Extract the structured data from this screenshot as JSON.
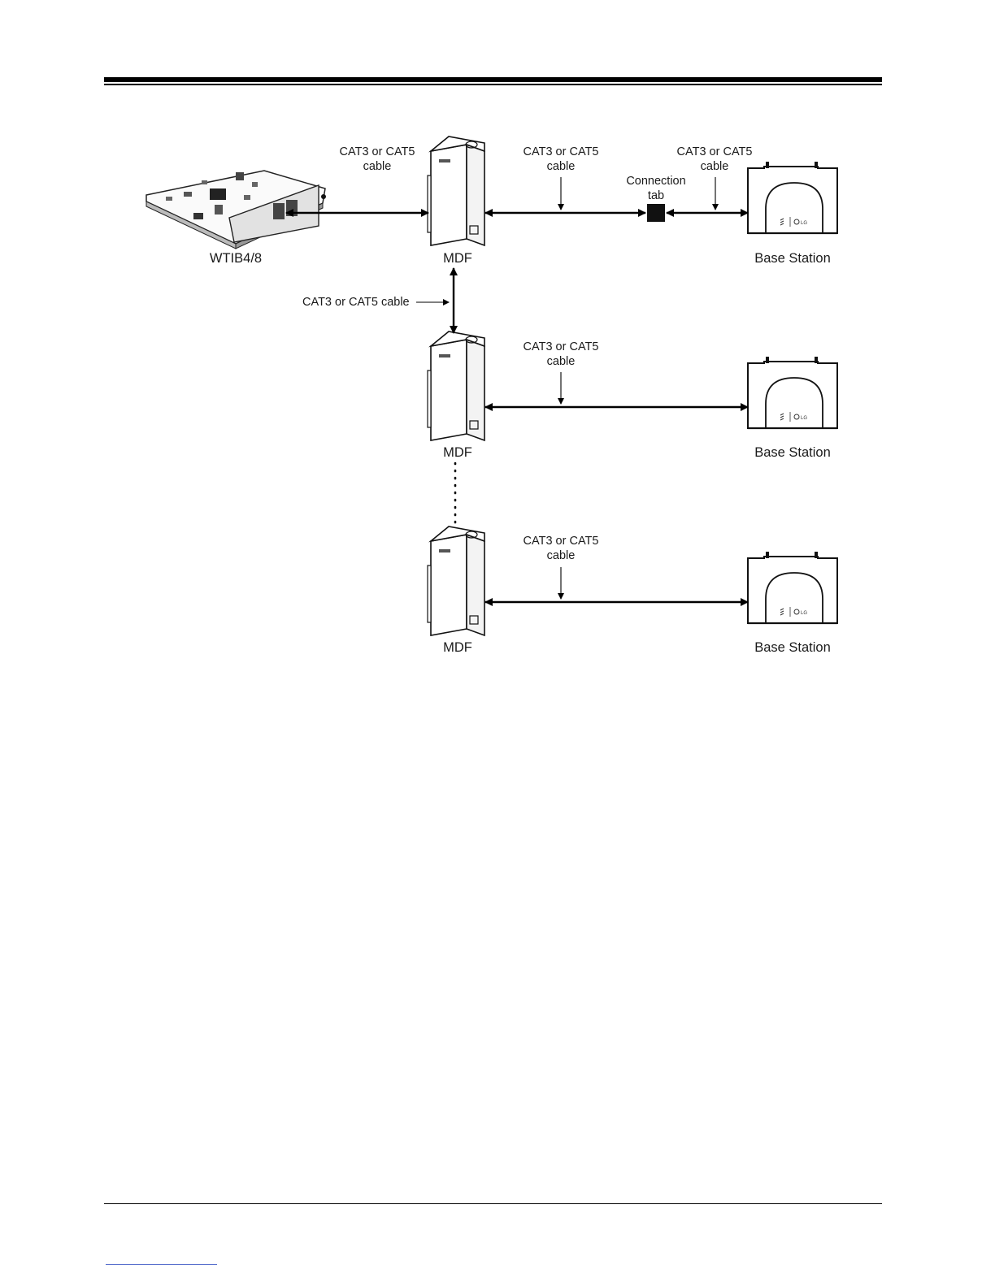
{
  "labels": {
    "cable_top_left": [
      "CAT3 or CAT5",
      "cable"
    ],
    "cable_top_mid": [
      "CAT3 or CAT5",
      "cable"
    ],
    "cable_top_right": [
      "CAT3 or CAT5",
      "cable"
    ],
    "connection_tab": [
      "Connection",
      "tab"
    ],
    "cable_vertical": "CAT3 or CAT5 cable",
    "cable_row2": [
      "CAT3 or CAT5",
      "cable"
    ],
    "cable_row3": [
      "CAT3 or CAT5",
      "cable"
    ],
    "wtib": "WTIB4/8",
    "mdf_1": "MDF",
    "mdf_2": "MDF",
    "mdf_3": "MDF",
    "base_station_1": "Base Station",
    "base_station_2": "Base Station",
    "base_station_3": "Base Station"
  }
}
